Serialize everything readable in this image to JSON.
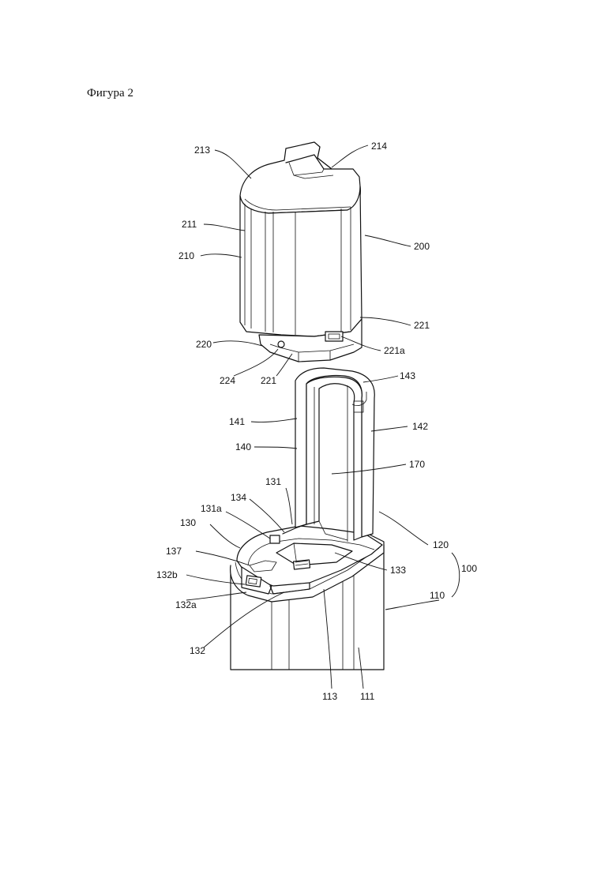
{
  "figure": {
    "title": "Фигура 2"
  },
  "labels": {
    "l213": "213",
    "l214": "214",
    "l211": "211",
    "l210": "210",
    "l200": "200",
    "l221_top": "221",
    "l220": "220",
    "l221a": "221a",
    "l224": "224",
    "l221_bottom": "221",
    "l143": "143",
    "l141": "141",
    "l142": "142",
    "l140": "140",
    "l170": "170",
    "l131": "131",
    "l134": "134",
    "l131a": "131a",
    "l130": "130",
    "l137": "137",
    "l132b": "132b",
    "l132a": "132a",
    "l132": "132",
    "l120": "120",
    "l100": "100",
    "l133": "133",
    "l110": "110",
    "l113": "113",
    "l111": "111"
  }
}
